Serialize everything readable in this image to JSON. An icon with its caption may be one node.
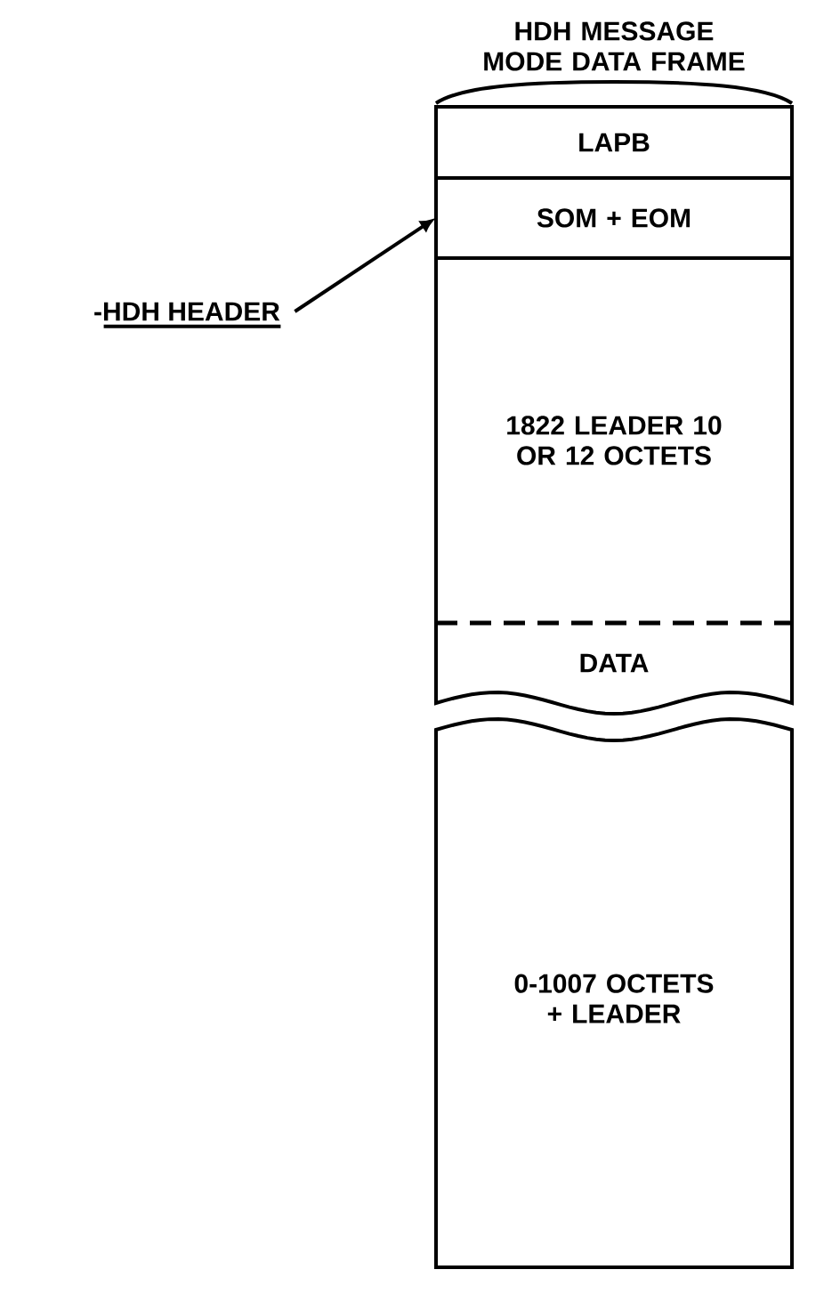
{
  "diagram": {
    "title": "HDH MESSAGE MODE DATA FRAME",
    "nodes": [
      {
        "text": [
          "-HDH HEADER"
        ]
      },
      {
        "text": [
          "LAPB"
        ]
      },
      {
        "text": [
          "SOM + EOM"
        ]
      },
      {
        "text": [
          "1822 LEADER 10 OR 12 OCTETS"
        ]
      },
      {
        "text": [
          "DATA"
        ]
      },
      {
        "text": [
          "0-1007 OCTETS + LEADER"
        ]
      }
    ],
    "edges": [
      {
        "from": 0,
        "to": 2,
        "arrow": "to"
      }
    ]
  }
}
